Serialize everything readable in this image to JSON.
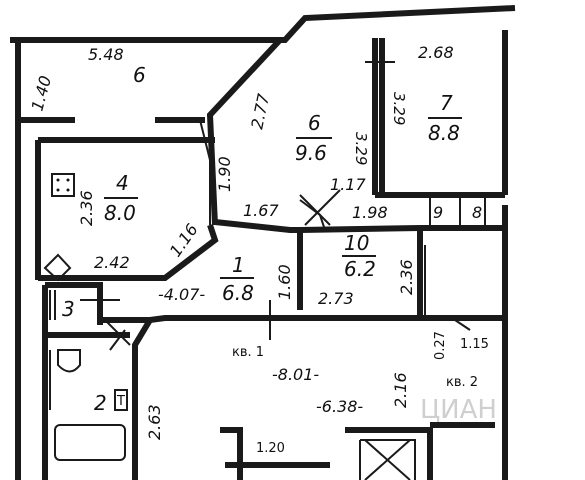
{
  "rooms": {
    "r6_top": {
      "number": "6",
      "width": "5.48",
      "depth": "1.40"
    },
    "r6": {
      "number": "6",
      "area": "9.6",
      "side": "2.77",
      "height": "3.29",
      "bottom": "1.17"
    },
    "r7": {
      "number": "7",
      "area": "8.8",
      "width": "2.68",
      "height": "3.29"
    },
    "r4": {
      "number": "4",
      "area": "8.0",
      "height": "2.36",
      "width": "2.42",
      "diag": "1.16"
    },
    "corridor": {
      "side": "1.90",
      "width": "1.67"
    },
    "r10": {
      "number": "10",
      "area": "6.2",
      "width": "1.98",
      "height": "2.36",
      "bottom": "2.73"
    },
    "r1": {
      "number": "1",
      "length": "-4.07-",
      "area": "6.8",
      "height": "1.60"
    },
    "r3": {
      "number": "3"
    },
    "r2": {
      "number": "2",
      "mark": "T",
      "height": "2.63"
    },
    "small": {
      "n9": "9",
      "n8": "8"
    },
    "kv1": {
      "label": "кв. 1",
      "length": "-8.01-",
      "inner": "-6.38-",
      "h": "2.16",
      "v": "0.27"
    },
    "kv2": {
      "label": "кв. 2",
      "w": "1.15"
    },
    "stair": {
      "w": "1.20"
    }
  },
  "watermark": {
    "text": "ЦИАН"
  }
}
